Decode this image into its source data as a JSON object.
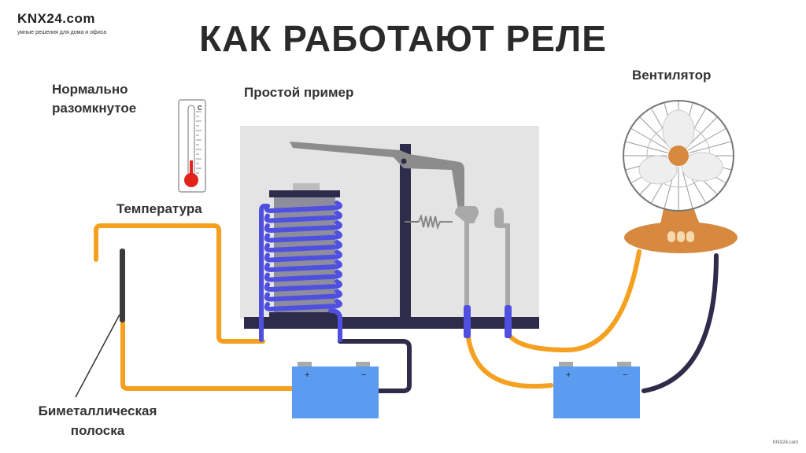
{
  "brand": {
    "name": "KNX24.com",
    "tagline": "умные решения для дома и офиса"
  },
  "title": "КАК РАБОТАЮТ РЕЛЕ",
  "labels": {
    "normally_open": "Нормально разомкнутое",
    "simple_example": "Простой пример",
    "fan": "Вентилятор",
    "temperature": "Температура",
    "bimetal": "Биметаллическая полоска"
  },
  "thermometer_unit": "C",
  "battery_plus": "+",
  "battery_minus": "−",
  "watermark": "KNX24.com",
  "colors": {
    "orange_wire": "#f5a01f",
    "dark_wire": "#2f2b4a",
    "coil": "#4f4fe0",
    "battery": "#5b9cf0",
    "relay_panel": "#e4e4e4",
    "fan_base": "#d6893f"
  }
}
